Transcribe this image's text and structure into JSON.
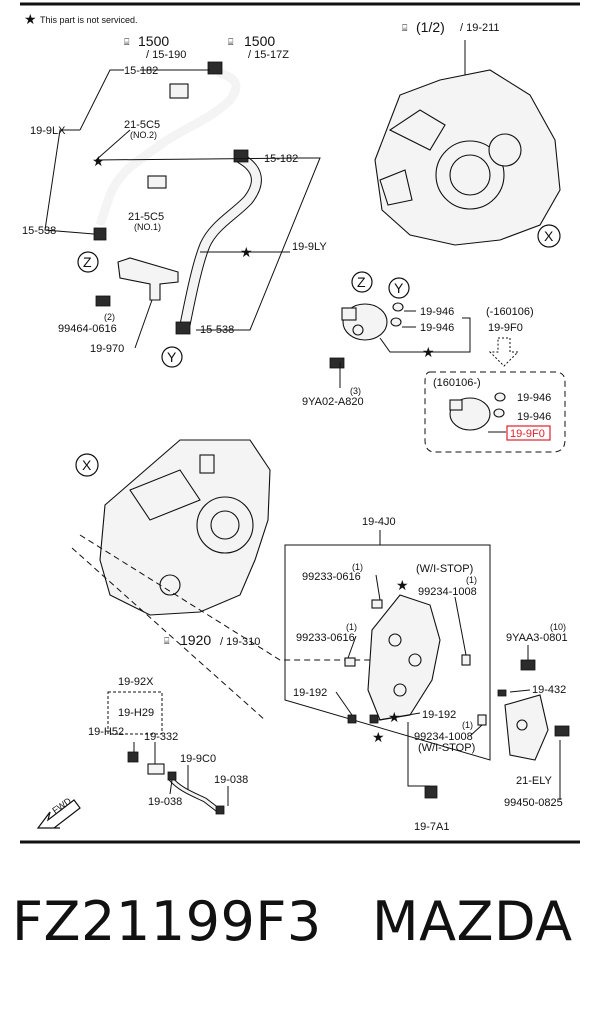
{
  "diagram": {
    "note": "This part is not serviced.",
    "refs": {
      "r1500a_num": "1500",
      "r1500a_page": "/ 15-190",
      "r1500b_num": "1500",
      "r1500b_page": "/ 15-17Z",
      "r12_num": "(1/2)",
      "r12_page": "/ 19-211",
      "r1920_num": "1920",
      "r1920_page": "/ 19-310"
    },
    "labels": {
      "p15_182a": "15-182",
      "p15_182b": "15-182",
      "p19_9lx": "19-9LX",
      "p21_5c5_top": "21-5C5",
      "p21_5c5_top_sub": "(NO.2)",
      "p21_5c5_bot": "21-5C5",
      "p21_5c5_bot_sub": "(NO.1)",
      "p15_538a": "15-538",
      "p15_538b": "15-538",
      "p19_9ly": "19-9LY",
      "p99464_qty": "(2)",
      "p99464": "99464-0616",
      "p19_970": "19-970",
      "p19_946a": "19-946",
      "p19_946b": "19-946",
      "p160106_before": "(-160106)",
      "p19_9f0": "19-9F0",
      "p9ya02_qty": "(3)",
      "p9ya02": "9YA02-A820",
      "p160106_after": "(160106-)",
      "p19_946c": "19-946",
      "p19_946d": "19-946",
      "p19_9f0_red": "19-9F0",
      "p19_4j0": "19-4J0",
      "p99233a_qty": "(1)",
      "p99233a": "99233-0616",
      "p_wistop_top": "(W/I-STOP)",
      "p99234a_qty": "(1)",
      "p99234a": "99234-1008",
      "p9yaa3_qty": "(10)",
      "p9yaa3": "9YAA3-0801",
      "p99233b_qty": "(1)",
      "p99233b": "99233-0616",
      "p19_192a": "19-192",
      "p19_192b": "19-192",
      "p99234b_qty": "(1)",
      "p99234b": "99234-1008",
      "p_wistop_bot": "(W/I-STOP)",
      "p19_432": "19-432",
      "p21_ely": "21-ELY",
      "p99450": "99450-0825",
      "p19_7a1": "19-7A1",
      "p19_92x": "19-92X",
      "p19_h29": "19-H29",
      "p19_h52": "19-H52",
      "p19_332": "19-332",
      "p19_9c0": "19-9C0",
      "p19_038a": "19-038",
      "p19_038b": "19-038",
      "fwd": "FWD",
      "callout_x": "X",
      "callout_y": "Y",
      "callout_z": "Z"
    }
  },
  "caption": {
    "part_number": "FZ21199F3",
    "brand": "MAZDA"
  },
  "colors": {
    "highlight": "#e0202a",
    "ink": "#111111"
  }
}
